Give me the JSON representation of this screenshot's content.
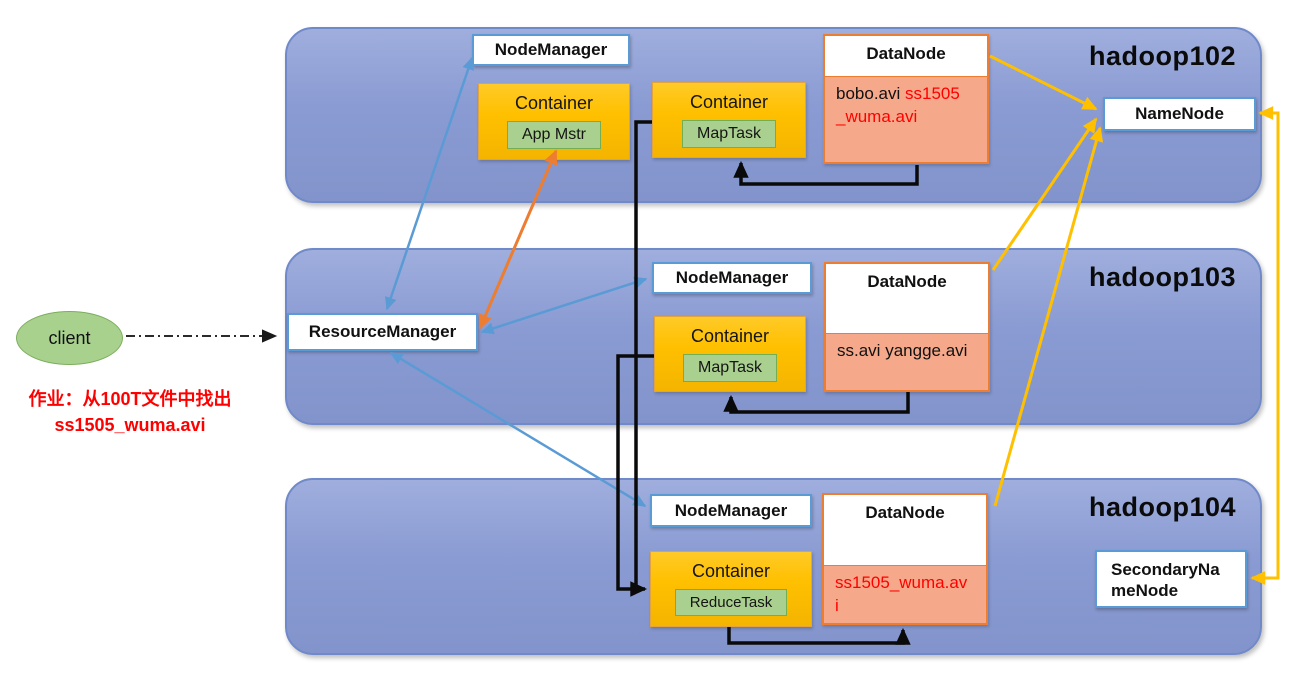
{
  "client": {
    "label": "client"
  },
  "note": {
    "line1": "作业：从100T文件中找出",
    "line2": "ss1505_wuma.avi"
  },
  "resource_manager": {
    "label": "ResourceManager"
  },
  "name_node": {
    "label": "NameNode"
  },
  "secondary_name_node": {
    "label": "SecondaryNameNode"
  },
  "hosts": [
    {
      "name": "hadoop102",
      "node_manager": {
        "label": "NodeManager"
      },
      "app_container": {
        "label": "Container",
        "task": "App Mstr"
      },
      "task_container": {
        "label": "Container",
        "task": "MapTask"
      },
      "data_node": {
        "label": "DataNode",
        "files": [
          {
            "name": "bobo.avi",
            "color": "black"
          },
          {
            "name": "ss1505_wuma.avi",
            "color": "red"
          }
        ]
      }
    },
    {
      "name": "hadoop103",
      "node_manager": {
        "label": "NodeManager"
      },
      "task_container": {
        "label": "Container",
        "task": "MapTask"
      },
      "data_node": {
        "label": "DataNode",
        "files": [
          {
            "name": "ss.avi",
            "color": "black"
          },
          {
            "name": "yangge.avi",
            "color": "black"
          }
        ]
      }
    },
    {
      "name": "hadoop104",
      "node_manager": {
        "label": "NodeManager"
      },
      "task_container": {
        "label": "Container",
        "task": "ReduceTask"
      },
      "data_node": {
        "label": "DataNode",
        "files": [
          {
            "name": "ss1505_wuma.avi",
            "color": "red"
          }
        ]
      }
    }
  ],
  "connectors": [
    {
      "from": "client",
      "to": "resource-manager",
      "style": "black-dash-dot",
      "bidirectional": false
    },
    {
      "from": "node-manager-hadoop102",
      "to": "resource-manager",
      "style": "blue",
      "bidirectional": true
    },
    {
      "from": "node-manager-hadoop103",
      "to": "resource-manager",
      "style": "blue",
      "bidirectional": true
    },
    {
      "from": "node-manager-hadoop104",
      "to": "resource-manager",
      "style": "blue",
      "bidirectional": true
    },
    {
      "from": "app-mstr",
      "to": "resource-manager",
      "style": "orange",
      "bidirectional": true
    },
    {
      "from": "datanode-hadoop102",
      "to": "maptask-hadoop102",
      "style": "black",
      "bidirectional": false
    },
    {
      "from": "datanode-hadoop103",
      "to": "maptask-hadoop103",
      "style": "black",
      "bidirectional": false
    },
    {
      "from": "reducetask-hadoop104",
      "to": "datanode-hadoop104",
      "style": "black",
      "bidirectional": false
    },
    {
      "from": "maptask-container-hadoop102",
      "to": "reducetask-container-hadoop104",
      "style": "black",
      "bidirectional": false
    },
    {
      "from": "maptask-container-hadoop103",
      "to": "reducetask-container-hadoop104",
      "style": "black",
      "bidirectional": false
    },
    {
      "from": "datanode-hadoop102",
      "to": "namenode",
      "style": "yellow",
      "bidirectional": false
    },
    {
      "from": "datanode-hadoop103",
      "to": "namenode",
      "style": "yellow",
      "bidirectional": false
    },
    {
      "from": "datanode-hadoop104",
      "to": "namenode",
      "style": "yellow",
      "bidirectional": false
    },
    {
      "from": "namenode",
      "to": "secondary-namenode",
      "style": "yellow",
      "bidirectional": true
    }
  ],
  "colors": {
    "host_fill_top": "#9FAEDD",
    "host_fill_bottom": "#8294CB",
    "host_border": "#7089C8",
    "white_box_border": "#5B9BD5",
    "container_gold": "#FFC000",
    "container_border": "#E2A33C",
    "task_green": "#A9D08E",
    "task_green_border": "#74AD52",
    "datanode_border": "#ED7D31",
    "datanode_files_fill": "#F5A98A",
    "client_green": "#A9D18E",
    "arrow_blue": "#5B9BD5",
    "arrow_orange": "#ED7D31",
    "arrow_yellow": "#FFC000",
    "arrow_black": "#0A0A0A",
    "note_red": "#FF0000"
  }
}
